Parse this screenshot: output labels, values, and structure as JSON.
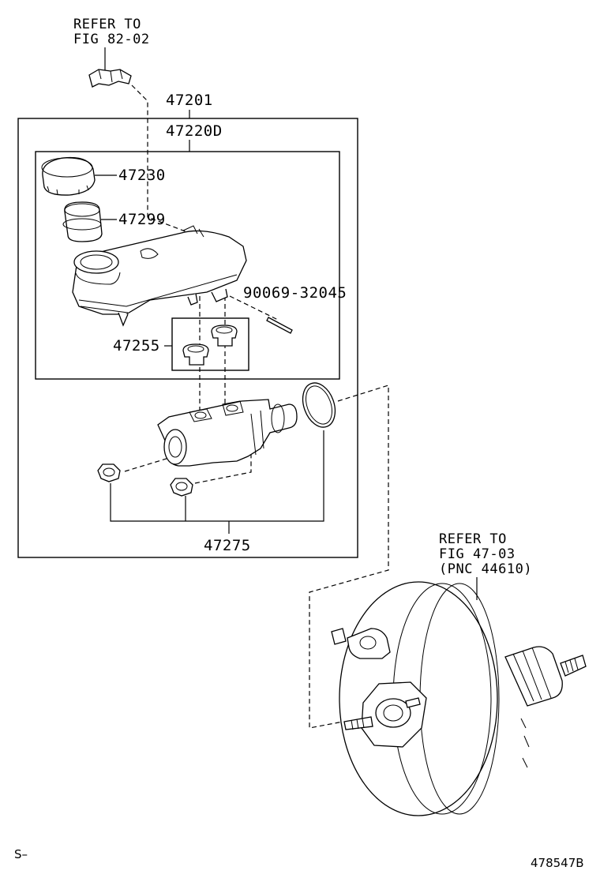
{
  "labels": {
    "refer_82": [
      "REFER TO",
      "FIG 82-02"
    ],
    "p47201": "47201",
    "p47220d": "47220D",
    "p47230": "47230",
    "p47299": "47299",
    "p90069": "90069-32045",
    "p47255": "47255",
    "p47275": "47275",
    "refer_47": [
      "REFER TO",
      "FIG 47-03",
      "(PNC 44610)"
    ],
    "corner_left": "S–",
    "corner_right": "478547B"
  }
}
